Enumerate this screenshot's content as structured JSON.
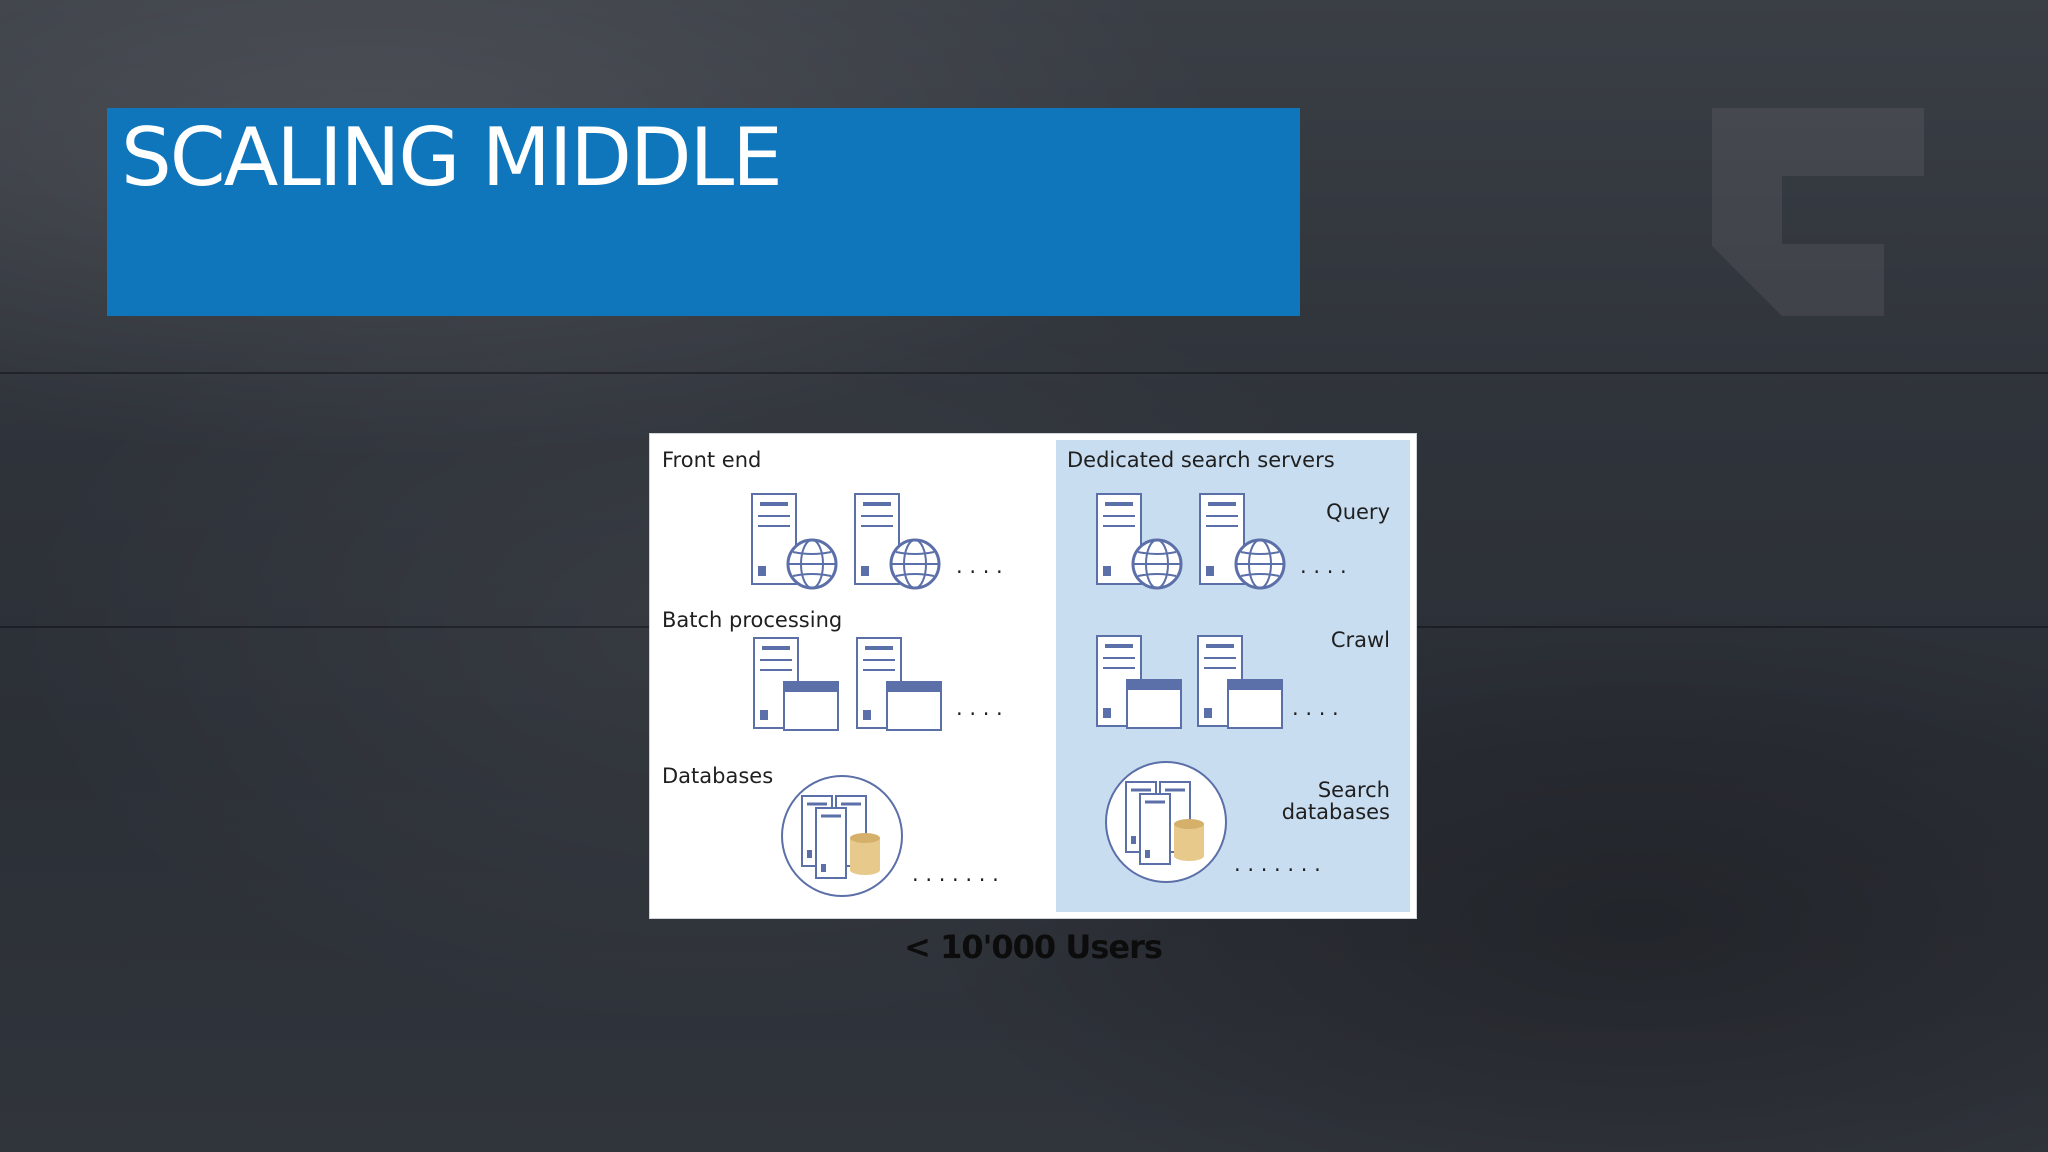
{
  "slide": {
    "title": "SCALING MIDDLE",
    "caption": "< 10'000 Users"
  },
  "diagram": {
    "left_panel": {
      "front_end_label": "Front end",
      "batch_label": "Batch processing",
      "databases_label": "Databases"
    },
    "right_panel": {
      "title": "Dedicated search servers",
      "query_label": "Query",
      "crawl_label": "Crawl",
      "search_db_label_line1": "Search",
      "search_db_label_line2": "databases"
    },
    "ellipsis_short": ". . . .",
    "ellipsis_long": ". . . . . . ."
  },
  "colors": {
    "title_bar": "#0f76bb",
    "search_panel": "#c9ddf1",
    "icon_stroke": "#5b6fa8",
    "db_cylinder": "#e6c98b"
  }
}
